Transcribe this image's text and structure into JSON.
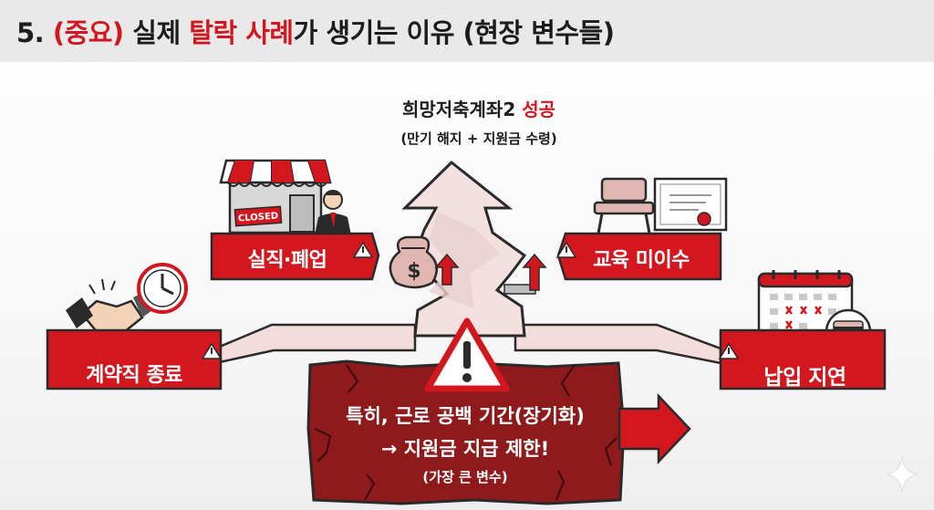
{
  "header": {
    "prefix": "5.",
    "important": "(중요)",
    "word1": "실제",
    "highlight": "탈락 사례",
    "rest": "가 생기는 이유 (현장 변수들)"
  },
  "goal": {
    "title": "희망저축계좌2",
    "title_highlight": "성공",
    "subtitle": "(만기 해지 + 지원금 수령)"
  },
  "risks": {
    "job_loss": "실직·폐업",
    "education": "교육 미이수",
    "contract": "계약직 종료",
    "payment": "납입 지연"
  },
  "store_sign": "CLOSED",
  "money_symbol": "$",
  "center": {
    "line1": "특히, 근로 공백 기간(장기화)",
    "line2": "→ 지원금 지급 제한!",
    "line3": "(가장 큰 변수)"
  },
  "colors": {
    "accent": "#d3171f",
    "dark_red": "#8e1a1c",
    "path": "#f2dede"
  }
}
